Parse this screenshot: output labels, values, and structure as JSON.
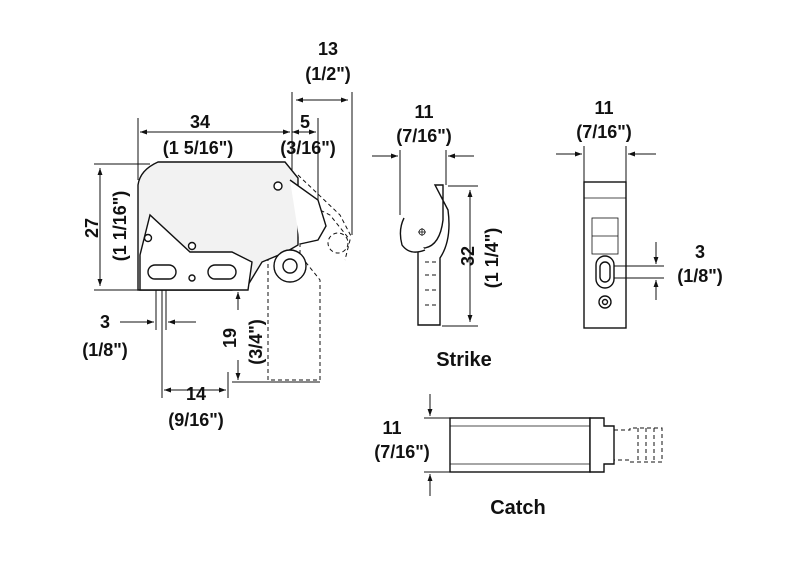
{
  "dimensions": {
    "catch_height_mm": "27",
    "catch_height_in": "(1 1/16\")",
    "catch_width_mm": "34",
    "catch_width_in": "(1 5/16\")",
    "latch_offset_mm": "5",
    "latch_offset_in": "(3/16\")",
    "overall_depth_mm": "13",
    "overall_depth_in": "(1/2\")",
    "slot_offset_mm": "3",
    "slot_offset_in": "(1/8\")",
    "strike_drop_mm": "19",
    "strike_drop_in": "(3/4\")",
    "slot_spacing_mm": "14",
    "slot_spacing_in": "(9/16\")",
    "strike_width_mm": "11",
    "strike_width_in": "(7/16\")",
    "strike_height_mm": "32",
    "strike_height_in": "(1 1/4\")",
    "front_width_mm": "11",
    "front_width_in": "(7/16\")",
    "front_slot_mm": "3",
    "front_slot_in": "(1/8\")",
    "catch_side_mm": "11",
    "catch_side_in": "(7/16\")"
  },
  "labels": {
    "strike": "Strike",
    "catch": "Catch"
  }
}
